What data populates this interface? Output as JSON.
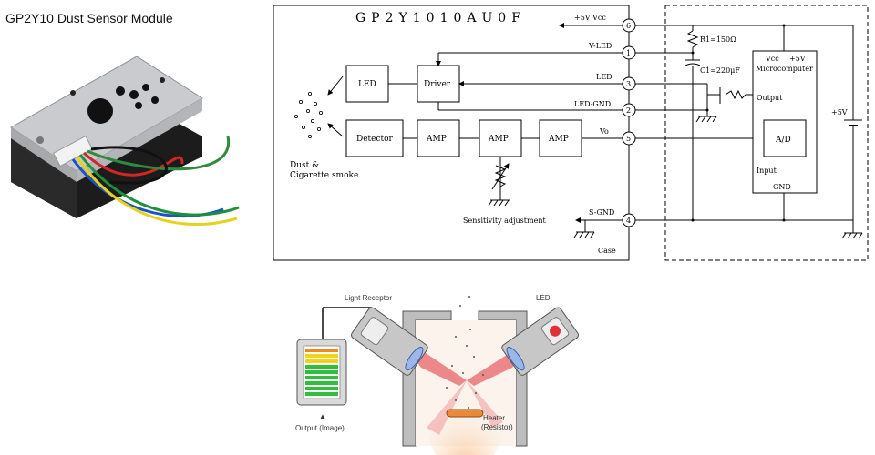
{
  "page_title": "GP2Y10 Dust Sensor Module",
  "schematic": {
    "chip_name": "GP2Y1010AU0F",
    "blocks": {
      "led": "LED",
      "driver": "Driver",
      "detector": "Detector",
      "amp": "AMP"
    },
    "pins": [
      {
        "num": "6",
        "label": "+5V  Vcc"
      },
      {
        "num": "1",
        "label": "V-LED"
      },
      {
        "num": "3",
        "label": "LED"
      },
      {
        "num": "2",
        "label": "LED-GND"
      },
      {
        "num": "5",
        "label": "Vo"
      },
      {
        "num": "4",
        "label": "S-GND"
      }
    ],
    "case_label": "Case",
    "dust_label_1": "Dust  &",
    "dust_label_2": "Cigarette smoke",
    "sensitivity_label": "Sensitivity adjustment",
    "r1_label": "R1=150Ω",
    "c1_label": "C1=220μF",
    "mcu_vcc": "Vcc",
    "mcu_5v": "+5V",
    "mcu_name": "Microcomputer",
    "mcu_output": "Output",
    "mcu_ad": "A/D",
    "mcu_input": "Input",
    "mcu_gnd": "GND",
    "supply_label": "+5V"
  },
  "illustration": {
    "light_receptor": "Light Receptor",
    "led": "LED",
    "heater": "Heater",
    "heater_sub": "(Resistor)",
    "output": "Output (Image)"
  },
  "colors": {
    "beam": "#e0303a",
    "housing": "#b8b8b8",
    "meter_green": "#2fbf3a",
    "meter_yellow": "#f2d21b",
    "meter_orange": "#f08a1c"
  }
}
